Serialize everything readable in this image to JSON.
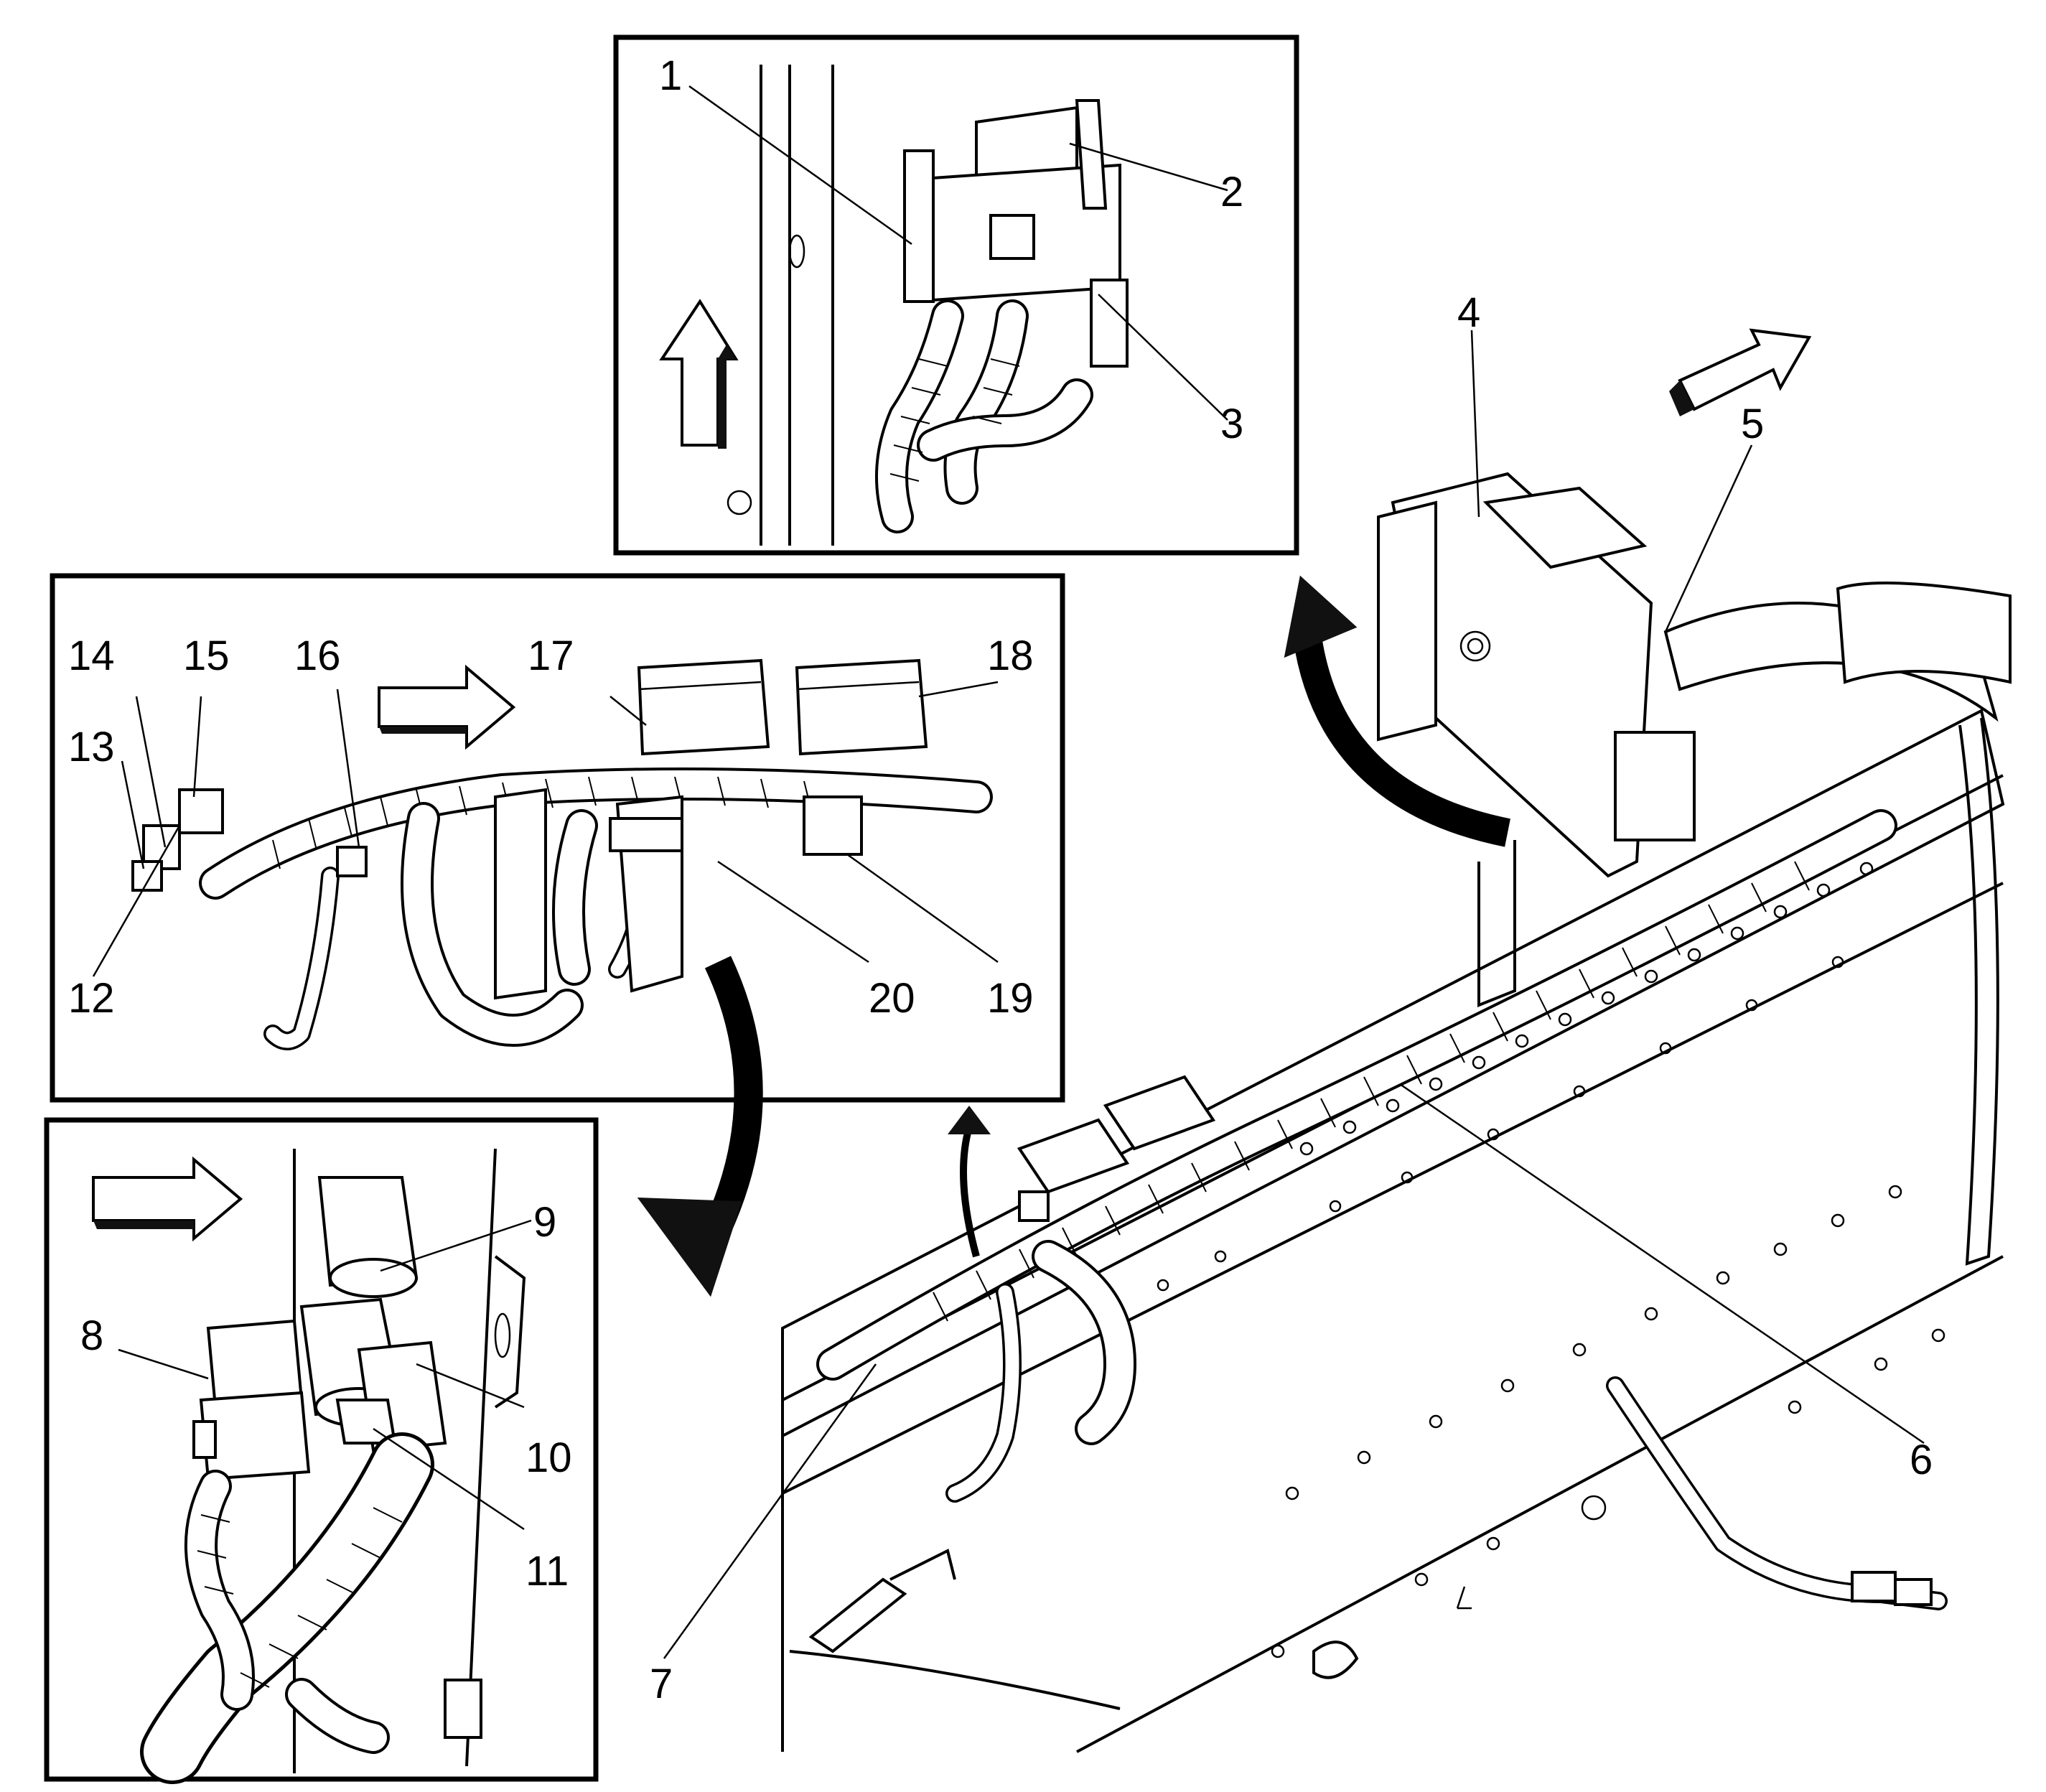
{
  "callouts": [
    "1",
    "2",
    "3",
    "4",
    "5",
    "6",
    "7",
    "8",
    "9",
    "10",
    "11",
    "12",
    "13",
    "14",
    "15",
    "16",
    "17",
    "18",
    "19",
    "20"
  ],
  "icons": [
    "arrow-up-icon",
    "arrow-right-icon",
    "arrow-diagonal-icon",
    "curved-arrow-icon"
  ]
}
